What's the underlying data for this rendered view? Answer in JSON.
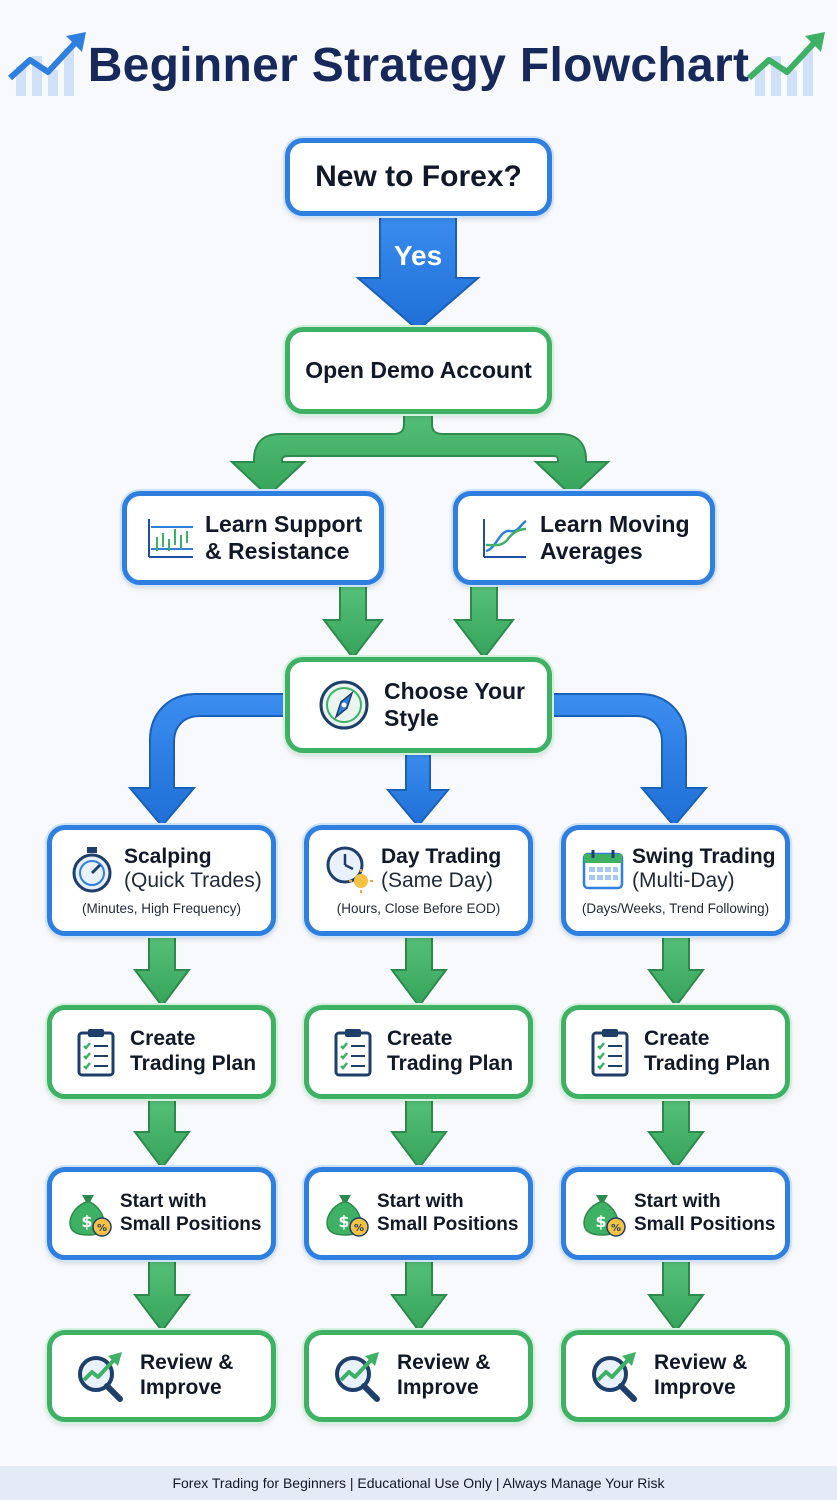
{
  "title": "Beginner Strategy Flowchart",
  "start": {
    "question": "New to Forex?",
    "yes_label": "Yes"
  },
  "demo": {
    "label": "Open Demo Account"
  },
  "learn_support": {
    "line1": "Learn Support",
    "line2": "& Resistance"
  },
  "learn_ma": {
    "line1": "Learn Moving",
    "line2": "Averages"
  },
  "choose_style": {
    "line1": "Choose Your",
    "line2": "Style"
  },
  "styles": [
    {
      "name": "Scalping",
      "detail": "(Quick Trades)",
      "note": "(Minutes, High Frequency)"
    },
    {
      "name": "Day Trading",
      "detail": "(Same Day)",
      "note": "(Hours, Close Before EOD)"
    },
    {
      "name": "Swing Trading",
      "detail": "(Multi-Day)",
      "note": "(Days/Weeks, Trend Following)"
    }
  ],
  "plan": {
    "line1": "Create",
    "line2": "Trading Plan"
  },
  "positions": {
    "line1": "Start with",
    "line2": "Small Positions"
  },
  "review": {
    "line1": "Review &",
    "line2": "Improve"
  },
  "footer": "Forex Trading for Beginners | Educational Use Only | Always Manage Your Risk",
  "colors": {
    "blue": "#2f7fe0",
    "green": "#3fb165",
    "title": "#17285a"
  }
}
